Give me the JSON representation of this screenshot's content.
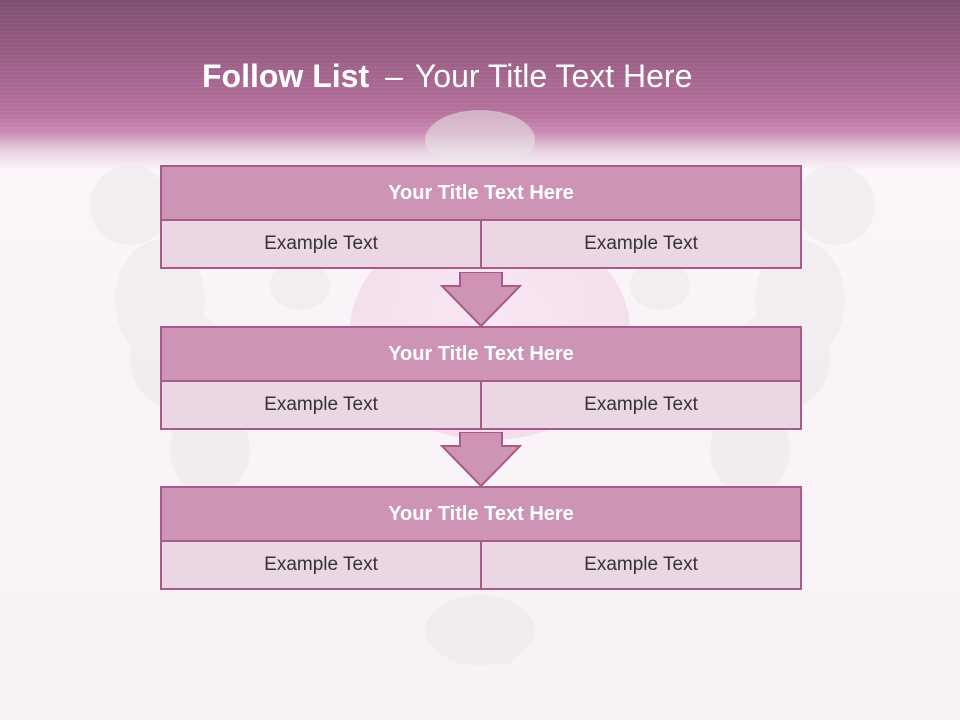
{
  "slide": {
    "title_bold": "Follow List",
    "title_sep": "–",
    "title_rest": "Your Title Text Here"
  },
  "blocks": [
    {
      "title": "Your Title Text Here",
      "left": "Example Text",
      "right": "Example Text"
    },
    {
      "title": "Your Title Text Here",
      "left": "Example Text",
      "right": "Example Text"
    },
    {
      "title": "Your Title Text Here",
      "left": "Example Text",
      "right": "Example Text"
    }
  ],
  "colors": {
    "header_dark": "#7e4f6e",
    "header_mid": "#b7739e",
    "block_title_fill": "#cd94b6",
    "block_cell_fill": "#ead7e3",
    "border": "#a9598a",
    "text_dark": "#333333"
  },
  "icons": [
    "down-arrow-icon"
  ]
}
